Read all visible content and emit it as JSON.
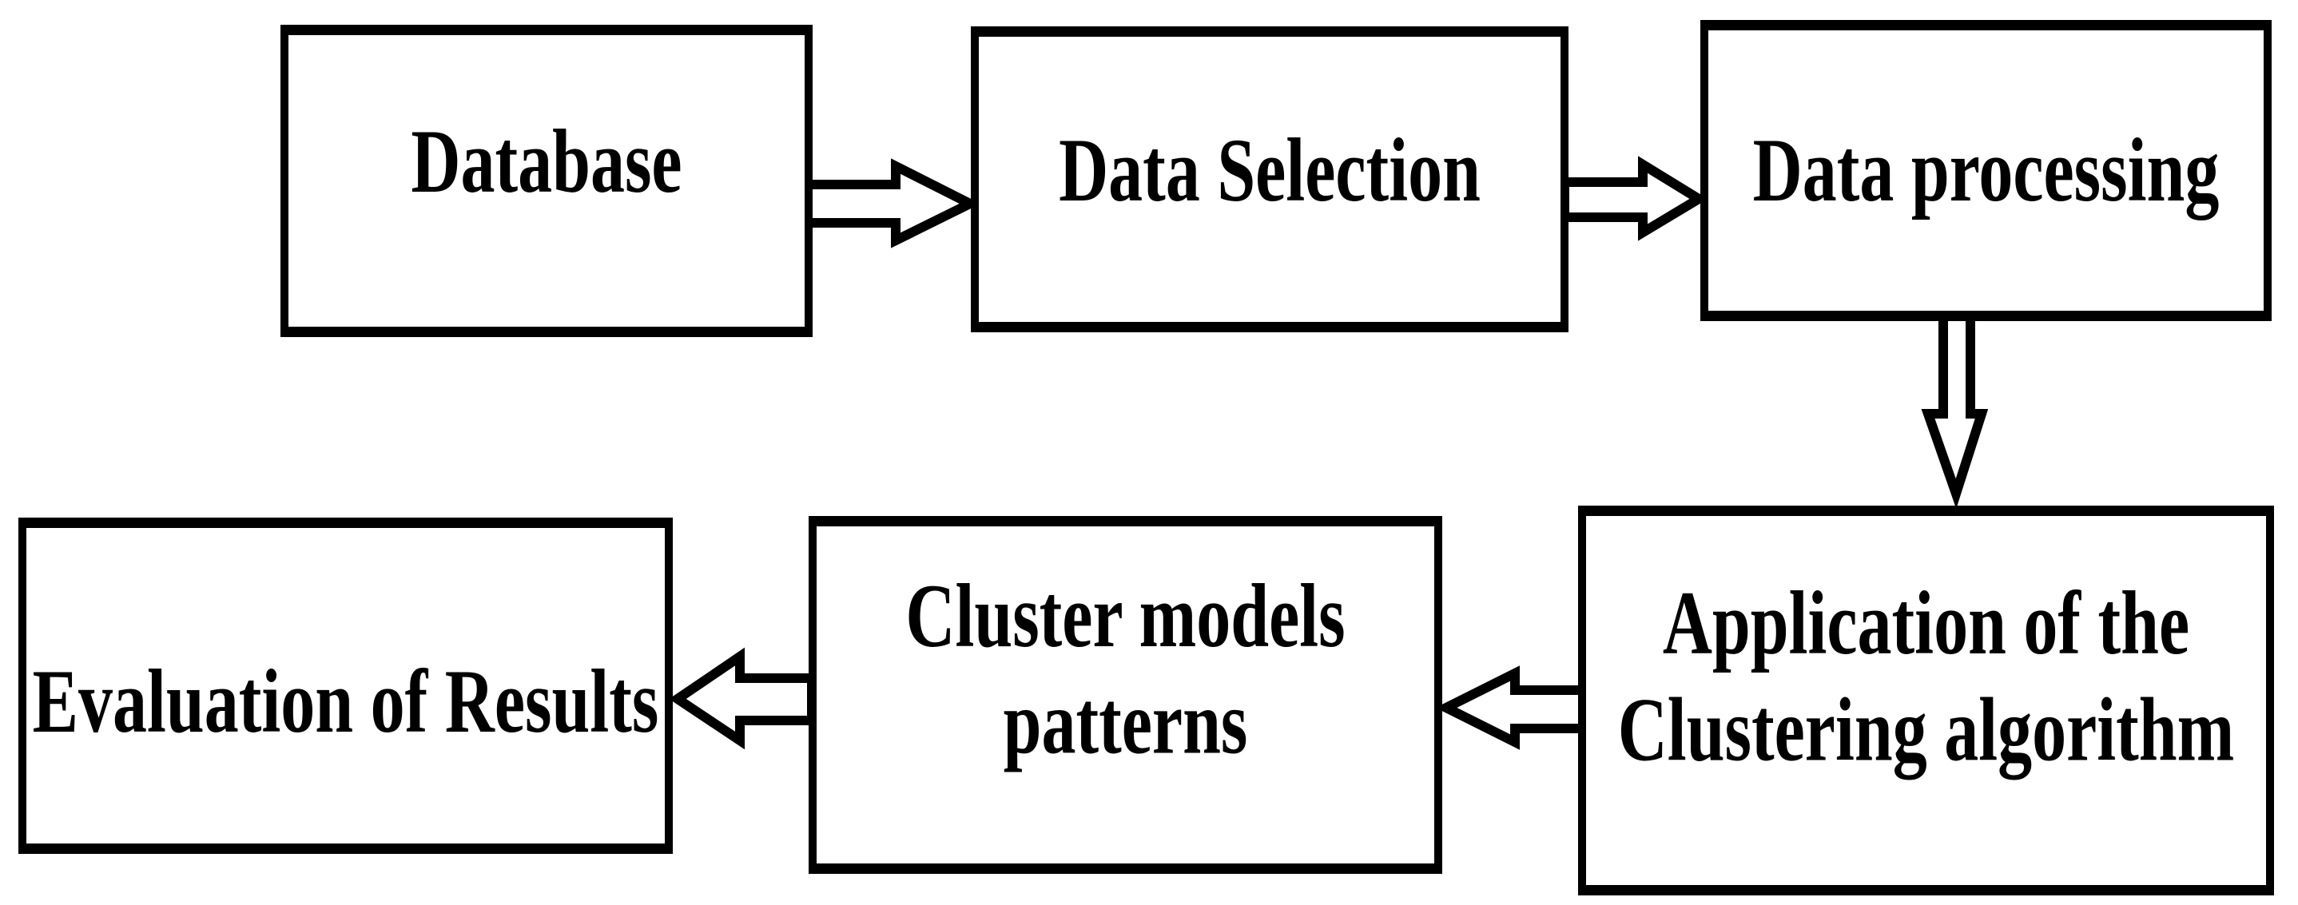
{
  "diagram": {
    "background": "#ffffff",
    "colors": {
      "box_border": "#000000",
      "box_fill": "#ffffff",
      "text": "#000000",
      "arrow_fill": "#ffffff",
      "arrow_outline": "#000000"
    },
    "nodes": {
      "database": {
        "label": "Database"
      },
      "data_selection": {
        "label": "Data Selection"
      },
      "data_processing": {
        "label": "Data processing"
      },
      "application": {
        "label": "Application of the Clustering algorithm"
      },
      "cluster_models": {
        "label": "Cluster models patterns"
      },
      "evaluation": {
        "label": "Evaluation of Results"
      }
    },
    "edges": [
      {
        "from": "Database",
        "to": "Data Selection",
        "direction": "right"
      },
      {
        "from": "Data Selection",
        "to": "Data processing",
        "direction": "right"
      },
      {
        "from": "Data processing",
        "to": "Application of the Clustering algorithm",
        "direction": "down"
      },
      {
        "from": "Application of the Clustering algorithm",
        "to": "Cluster models patterns",
        "direction": "left"
      },
      {
        "from": "Cluster models patterns",
        "to": "Evaluation of Results",
        "direction": "left"
      }
    ]
  }
}
